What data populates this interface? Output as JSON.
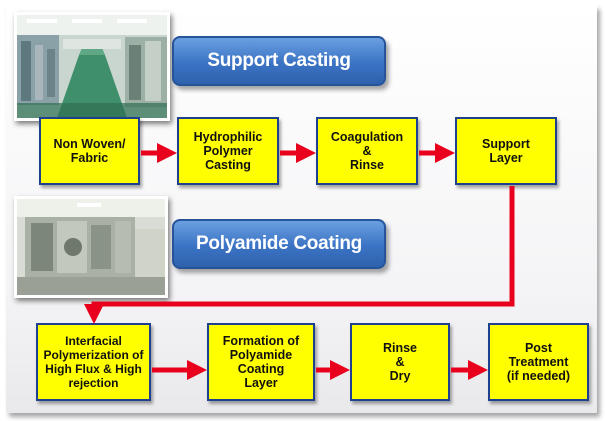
{
  "banners": {
    "support_casting": "Support Casting",
    "polyamide_coating": "Polyamide Coating"
  },
  "stage1": {
    "steps": [
      "Non Woven/\nFabric",
      "Hydrophilic\nPolymer\nCasting",
      "Coagulation\n&\nRinse",
      "Support\nLayer"
    ]
  },
  "stage2": {
    "steps": [
      "Interfacial\nPolymerization of\nHigh Flux & High\nrejection",
      "Formation of\nPolyamide\nCoating\nLayer",
      "Rinse\n&\nDry",
      "Post\nTreatment\n(if needed)"
    ]
  },
  "colors": {
    "box_fill": "#ffff00",
    "box_border": "#1f3f8f",
    "arrow": "#e8001c",
    "banner": "#3b73c4"
  }
}
